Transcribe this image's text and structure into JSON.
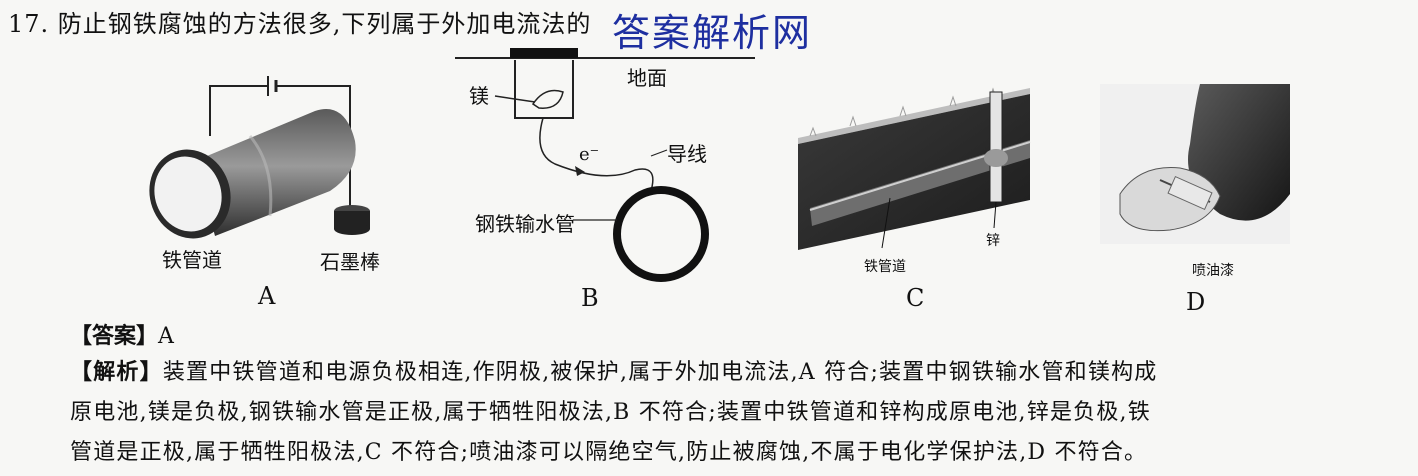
{
  "question": {
    "title": "17. 防止钢铁腐蚀的方法很多,下列属于外加电流法的",
    "watermark": "答案解析网"
  },
  "figures": {
    "A": {
      "caption": "A",
      "label_pipe": "铁管道",
      "label_rod": "石墨棒"
    },
    "B": {
      "caption": "B",
      "label_ground": "地面",
      "label_mg": "镁",
      "label_electron": "e⁻",
      "label_wire": "导线",
      "label_pipe": "钢铁输水管"
    },
    "C": {
      "caption": "C",
      "label_pipe": "铁管道",
      "label_zn": "锌"
    },
    "D": {
      "caption": "D",
      "label_paint": "喷油漆"
    }
  },
  "answer": {
    "label": "【答案】",
    "value": "A"
  },
  "analysis": {
    "label": "【解析】",
    "line1": "装置中铁管道和电源负极相连,作阴极,被保护,属于外加电流法,A 符合;装置中钢铁输水管和镁构成",
    "line2": "原电池,镁是负极,钢铁输水管是正极,属于牺牲阳极法,B 不符合;装置中铁管道和锌构成原电池,锌是负极,铁",
    "line3": "管道是正极,属于牺牲阳极法,C 不符合;喷油漆可以隔绝空气,防止被腐蚀,不属于电化学保护法,D 不符合。"
  }
}
